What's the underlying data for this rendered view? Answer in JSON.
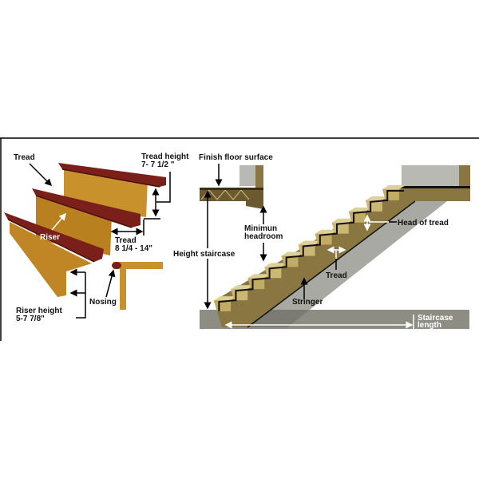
{
  "colors": {
    "tread": "#7a1f1a",
    "riser": "#c8912c",
    "stair_wood": "#c9b36a",
    "stringer": "#8a7640",
    "floor_grey": "#8d8d84",
    "wall_grey": "#b9b9b4"
  },
  "left_diagram": {
    "tread": "Tread",
    "tread_height_line1": "Tread height",
    "tread_height_line2": "7- 7 1/2 \"",
    "riser": "Riser",
    "tread_depth_line1": "Tread",
    "tread_depth_line2": "8 1/4 - 14\"",
    "nosing": "Nosing",
    "riser_height_line1": "Riser height",
    "riser_height_line2": "5-7 7/8\""
  },
  "right_diagram": {
    "finish_floor_surface": "Finish floor surface",
    "minimum_headroom_line1": "Minimun",
    "minimum_headroom_line2": "headroom",
    "height_staircase": "Height staircase",
    "head_of_tread": "Head of tread",
    "tread": "Tread",
    "stringer": "Stringer",
    "staircase_length_line1": "Staircase",
    "staircase_length_line2": "length"
  }
}
